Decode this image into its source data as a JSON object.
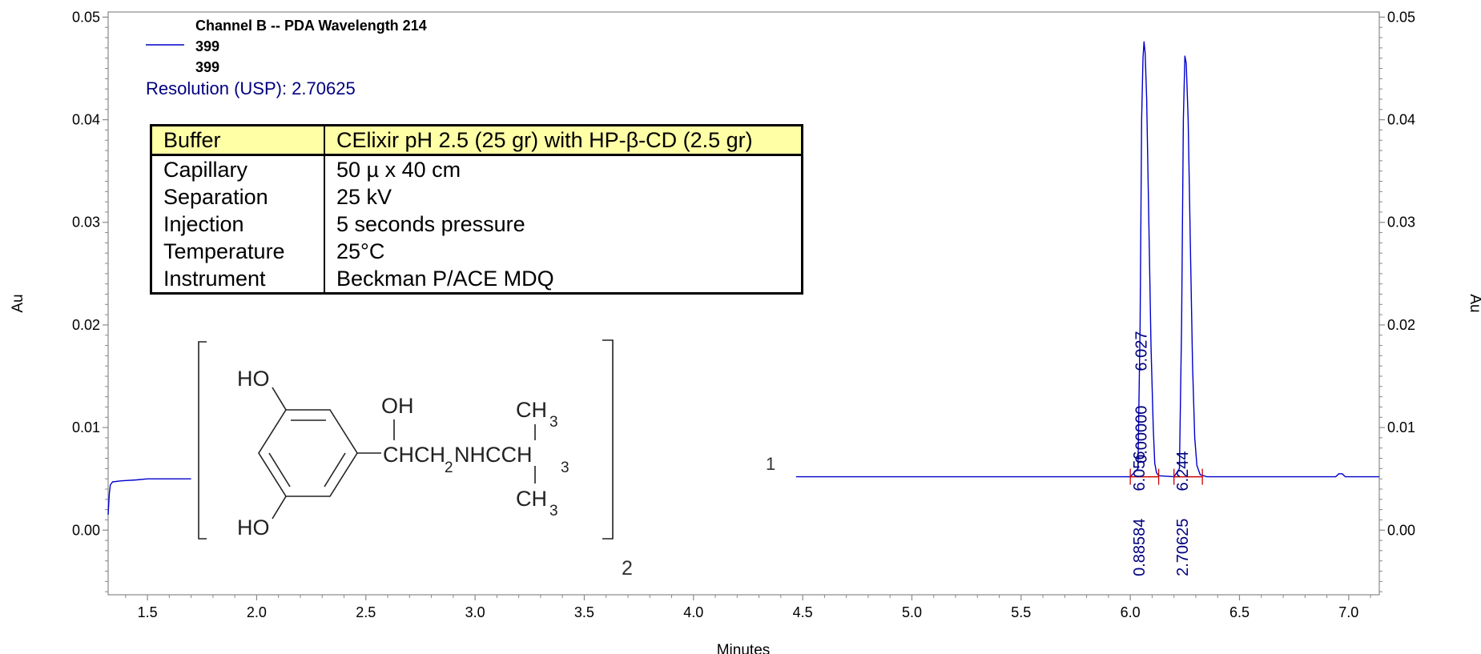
{
  "chart_data": {
    "type": "line",
    "legend": {
      "title": "Channel B -- PDA Wavelength 214",
      "entries": [
        "399",
        "399"
      ],
      "position": "top-left"
    },
    "resolution_text": "Resolution (USP): 2.70625",
    "xlabel": "Minutes",
    "ylabel": "Au",
    "ylabel_right": "Au",
    "xlim": [
      1.32,
      7.14
    ],
    "ylim": [
      -0.0063,
      0.0505
    ],
    "x_ticks": [
      "1.5",
      "2.0",
      "2.5",
      "3.0",
      "3.5",
      "4.0",
      "4.5",
      "5.0",
      "5.5",
      "6.0",
      "6.5",
      "7.0"
    ],
    "y_ticks": [
      "0.05",
      "0.04",
      "0.03",
      "0.02",
      "0.01",
      "0.00"
    ],
    "y_ticks_right": [
      "0.05",
      "0.04",
      "0.03",
      "0.02",
      "0.01",
      "0.00"
    ],
    "series": [
      {
        "name": "399",
        "color": "#0000cc",
        "segments": [
          [
            [
              1.32,
              0.0015
            ],
            [
              1.325,
              0.0035
            ],
            [
              1.33,
              0.0044
            ],
            [
              1.34,
              0.0047
            ],
            [
              1.38,
              0.0048
            ],
            [
              1.45,
              0.0049
            ],
            [
              1.5,
              0.005
            ],
            [
              1.7,
              0.005
            ]
          ],
          [
            [
              4.47,
              0.0052
            ],
            [
              6.0,
              0.0052
            ],
            [
              6.035,
              0.006
            ],
            [
              6.045,
              0.02
            ],
            [
              6.052,
              0.04
            ],
            [
              6.058,
              0.046
            ],
            [
              6.063,
              0.0476
            ],
            [
              6.068,
              0.0465
            ],
            [
              6.075,
              0.042
            ],
            [
              6.085,
              0.03
            ],
            [
              6.095,
              0.018
            ],
            [
              6.105,
              0.01
            ],
            [
              6.112,
              0.0065
            ],
            [
              6.12,
              0.0056
            ],
            [
              6.13,
              0.0053
            ],
            [
              6.2,
              0.0052
            ],
            [
              6.225,
              0.006
            ],
            [
              6.235,
              0.02
            ],
            [
              6.243,
              0.04
            ],
            [
              6.25,
              0.0462
            ],
            [
              6.256,
              0.0455
            ],
            [
              6.265,
              0.04
            ],
            [
              6.275,
              0.028
            ],
            [
              6.285,
              0.016
            ],
            [
              6.295,
              0.009
            ],
            [
              6.305,
              0.0063
            ],
            [
              6.32,
              0.0054
            ],
            [
              6.35,
              0.0052
            ],
            [
              6.94,
              0.0052
            ],
            [
              6.955,
              0.0055
            ],
            [
              6.97,
              0.0055
            ],
            [
              6.985,
              0.0052
            ],
            [
              7.14,
              0.0052
            ]
          ]
        ]
      }
    ],
    "baseline_marks": [
      {
        "x_start": 6.0,
        "x_end": 6.13,
        "y": 0.0052,
        "color": "#cc0000"
      },
      {
        "x_start": 6.2,
        "x_end": 6.33,
        "y": 0.0052,
        "color": "#cc0000"
      }
    ],
    "peak_labels": [
      {
        "x": 6.036,
        "text": "6.056",
        "anchor_y": 0.0038
      },
      {
        "x": 6.036,
        "text": "0.88584",
        "anchor_y": -0.0045
      },
      {
        "x": 6.045,
        "text": "0.00000",
        "anchor_y": 0.0065
      },
      {
        "x": 6.045,
        "text": "6.027",
        "anchor_y": 0.0155
      },
      {
        "x": 6.235,
        "text": "6.244",
        "anchor_y": 0.0038
      },
      {
        "x": 6.235,
        "text": "2.70625",
        "anchor_y": -0.0045
      }
    ],
    "annotations": [
      "1",
      "2"
    ],
    "chemical_structure": {
      "labels": [
        "HO",
        "HO",
        "OH",
        "CHCH",
        "2",
        "NHCCH",
        "3",
        "CH",
        "3",
        "CH",
        "3"
      ]
    }
  },
  "conditions_table": [
    [
      "Buffer",
      "CElixir pH 2.5 (25 gr) with HP-β-CD (2.5 gr)"
    ],
    [
      "Capillary",
      "50 µ x 40 cm"
    ],
    [
      "Separation",
      "25 kV"
    ],
    [
      "Injection",
      "5 seconds pressure"
    ],
    [
      "Temperature",
      "25°C"
    ],
    [
      "Instrument",
      "Beckman P/ACE MDQ"
    ]
  ]
}
